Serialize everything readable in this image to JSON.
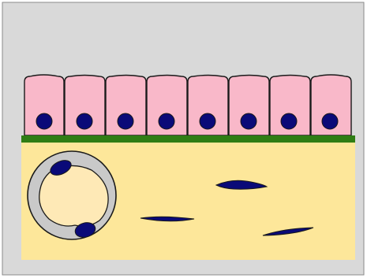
{
  "colors": {
    "frame_background": "#d9d9d9",
    "frame_border": "#8a8a8a",
    "epithelial_cell_fill": "#f9b8c9",
    "nucleus_fill": "#0a0a78",
    "basement_membrane": "#2f7d14",
    "connective_tissue_fill": "#fde79a",
    "vessel_wall_fill": "#c9c9c9",
    "vessel_lumen_fill": "#fee9b6",
    "outline": "#1a1a1a"
  },
  "epithelium": {
    "cell_count": 8,
    "nucleus_count": 8
  },
  "connective_tissue": {
    "fibroblast_count": 3,
    "capillary_count": 1,
    "endothelial_nucleus_count": 2
  }
}
